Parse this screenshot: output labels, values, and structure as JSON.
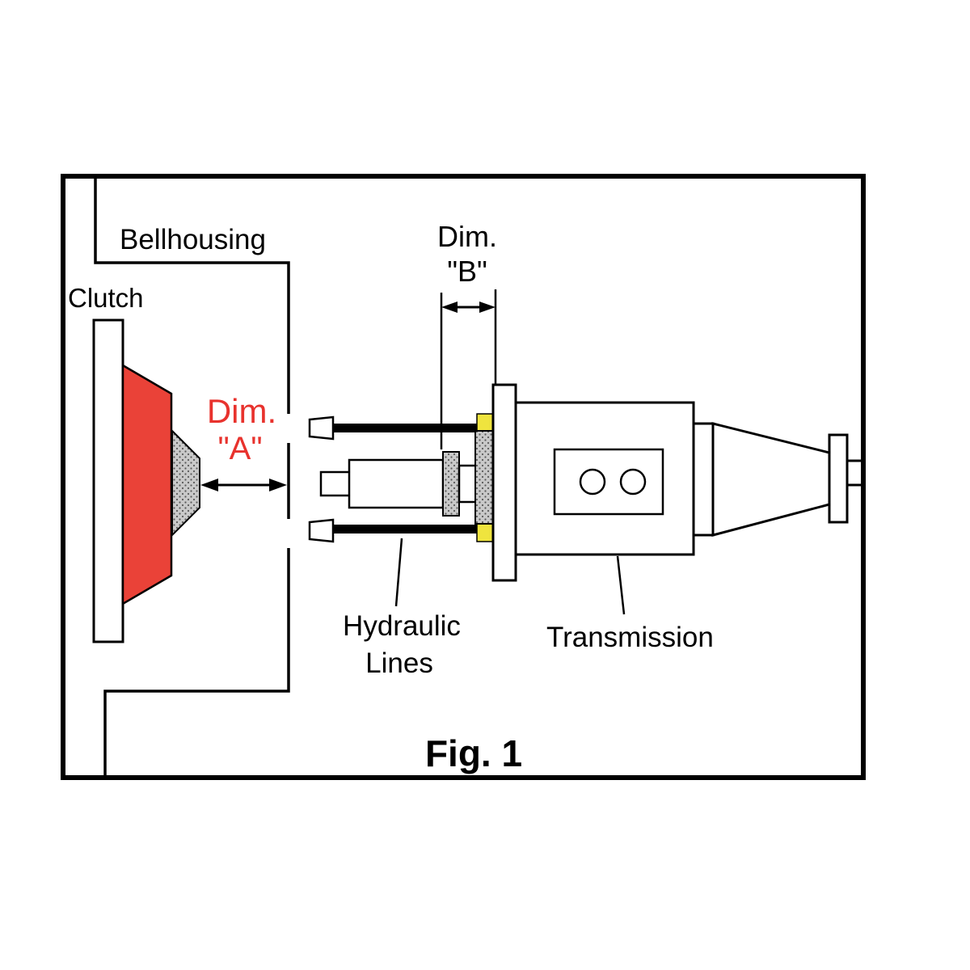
{
  "figure": {
    "caption": "Fig. 1",
    "labels": {
      "bellhousing": "Bellhousing",
      "clutch": "Clutch",
      "dim_a": {
        "line1": "Dim.",
        "line2": "\"A\""
      },
      "dim_b": {
        "line1": "Dim.",
        "line2": "\"B\""
      },
      "hydraulic": {
        "line1": "Hydraulic",
        "line2": "Lines"
      },
      "transmission": "Transmission"
    },
    "colors": {
      "clutch_red": "#ea4238",
      "fitting_yellow": "#efe43e",
      "hatch_gray": "#c9c9c9",
      "hatch_dot": "#595959",
      "label_red": "#e8322d",
      "outline_black": "#000000"
    }
  }
}
